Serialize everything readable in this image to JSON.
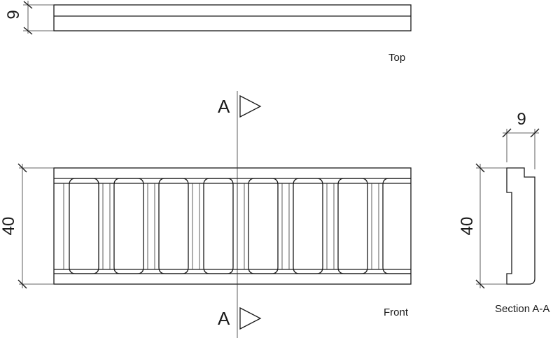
{
  "views": {
    "top": "Top",
    "front": "Front",
    "section": "Section A-A"
  },
  "dimensions": {
    "top_thickness": "9",
    "front_height": "40",
    "section_height": "40",
    "section_width": "9"
  },
  "section_marker": {
    "upper": "A",
    "lower": "A"
  },
  "colors": {
    "line": "#1a1a1a",
    "background": "#ffffff"
  }
}
